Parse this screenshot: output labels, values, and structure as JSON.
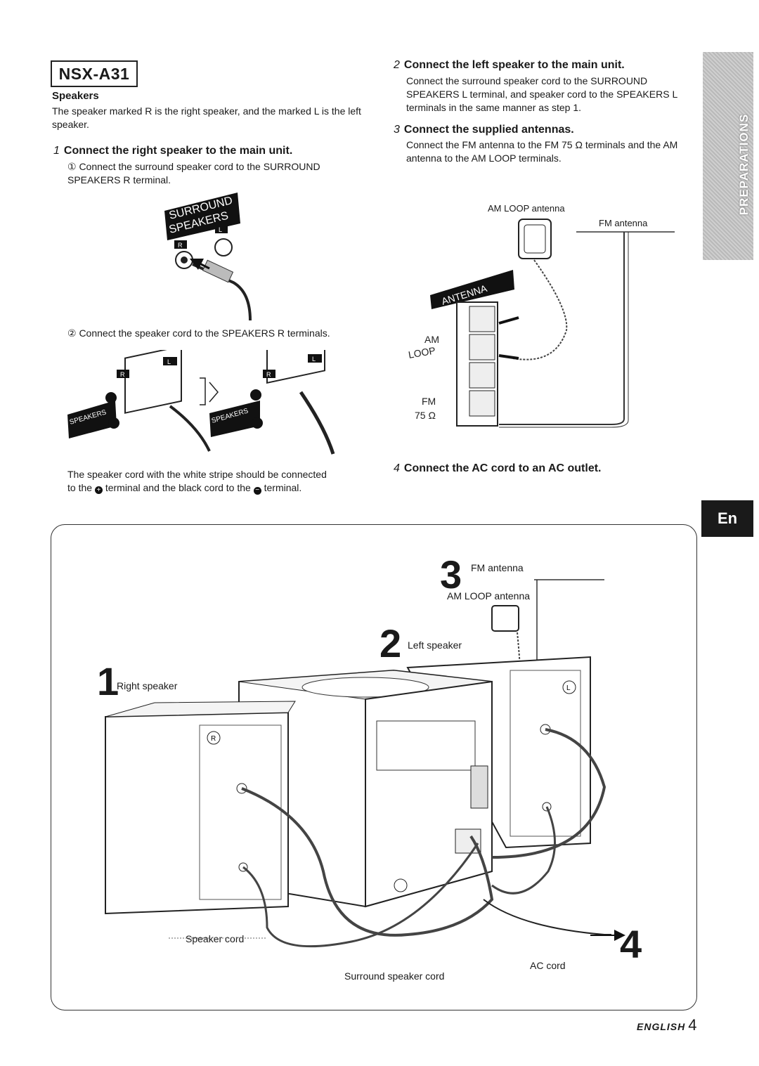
{
  "header": {
    "model": "NSX-A31"
  },
  "sidebar": {
    "section": "PREPARATIONS",
    "language_tab": "En"
  },
  "left": {
    "heading": "Speakers",
    "intro": "The speaker marked R is the right speaker, and the marked L is the left speaker.",
    "step1_num": "1",
    "step1_title": "Connect the right speaker to the main unit.",
    "step1_sub1": "① Connect the surround speaker cord to the SURROUND SPEAKERS R terminal.",
    "step1_sub2": "② Connect the speaker cord to the SPEAKERS R terminals.",
    "note_line1": "The speaker cord with the white stripe should be connected",
    "note_line2_a": "to the",
    "note_line2_b": "terminal and the black cord to the",
    "note_line2_c": "terminal.",
    "fig1": {
      "panel_line1": "SURROUND",
      "panel_line2": "SPEAKERS",
      "tag_r": "R",
      "tag_l": "L"
    },
    "fig2": {
      "tag_r": "R",
      "tag_l": "L",
      "panel": "SPEAKERS"
    }
  },
  "right": {
    "step2_num": "2",
    "step2_title": "Connect the left speaker to the main unit.",
    "step2_body": "Connect the surround speaker cord to the SURROUND SPEAKERS L terminal, and speaker cord to the SPEAKERS L terminals in the same manner as step 1.",
    "step3_num": "3",
    "step3_title": "Connect the supplied antennas.",
    "step3_body": "Connect the FM antenna to the FM 75 Ω terminals and the AM antenna to the AM LOOP terminals.",
    "fig": {
      "am_label": "AM LOOP antenna",
      "fm_label": "FM antenna",
      "panel": "ANTENNA",
      "am": "AM",
      "loop": "LOOP",
      "fm": "FM",
      "ohm": "75 Ω"
    },
    "step4_num": "4",
    "step4_title": "Connect the AC cord to an AC outlet."
  },
  "diagram": {
    "n3": "3",
    "fm_antenna": "FM antenna",
    "am_loop": "AM LOOP antenna",
    "n2": "2",
    "left_speaker": "Left speaker",
    "n1": "1",
    "right_speaker": "Right speaker",
    "speaker_cord": "Speaker cord",
    "surround_cord": "Surround speaker cord",
    "ac_cord": "AC cord",
    "n4": "4",
    "mark_r": "R",
    "mark_l": "L"
  },
  "footer": {
    "lang": "ENGLISH",
    "page": "4"
  }
}
